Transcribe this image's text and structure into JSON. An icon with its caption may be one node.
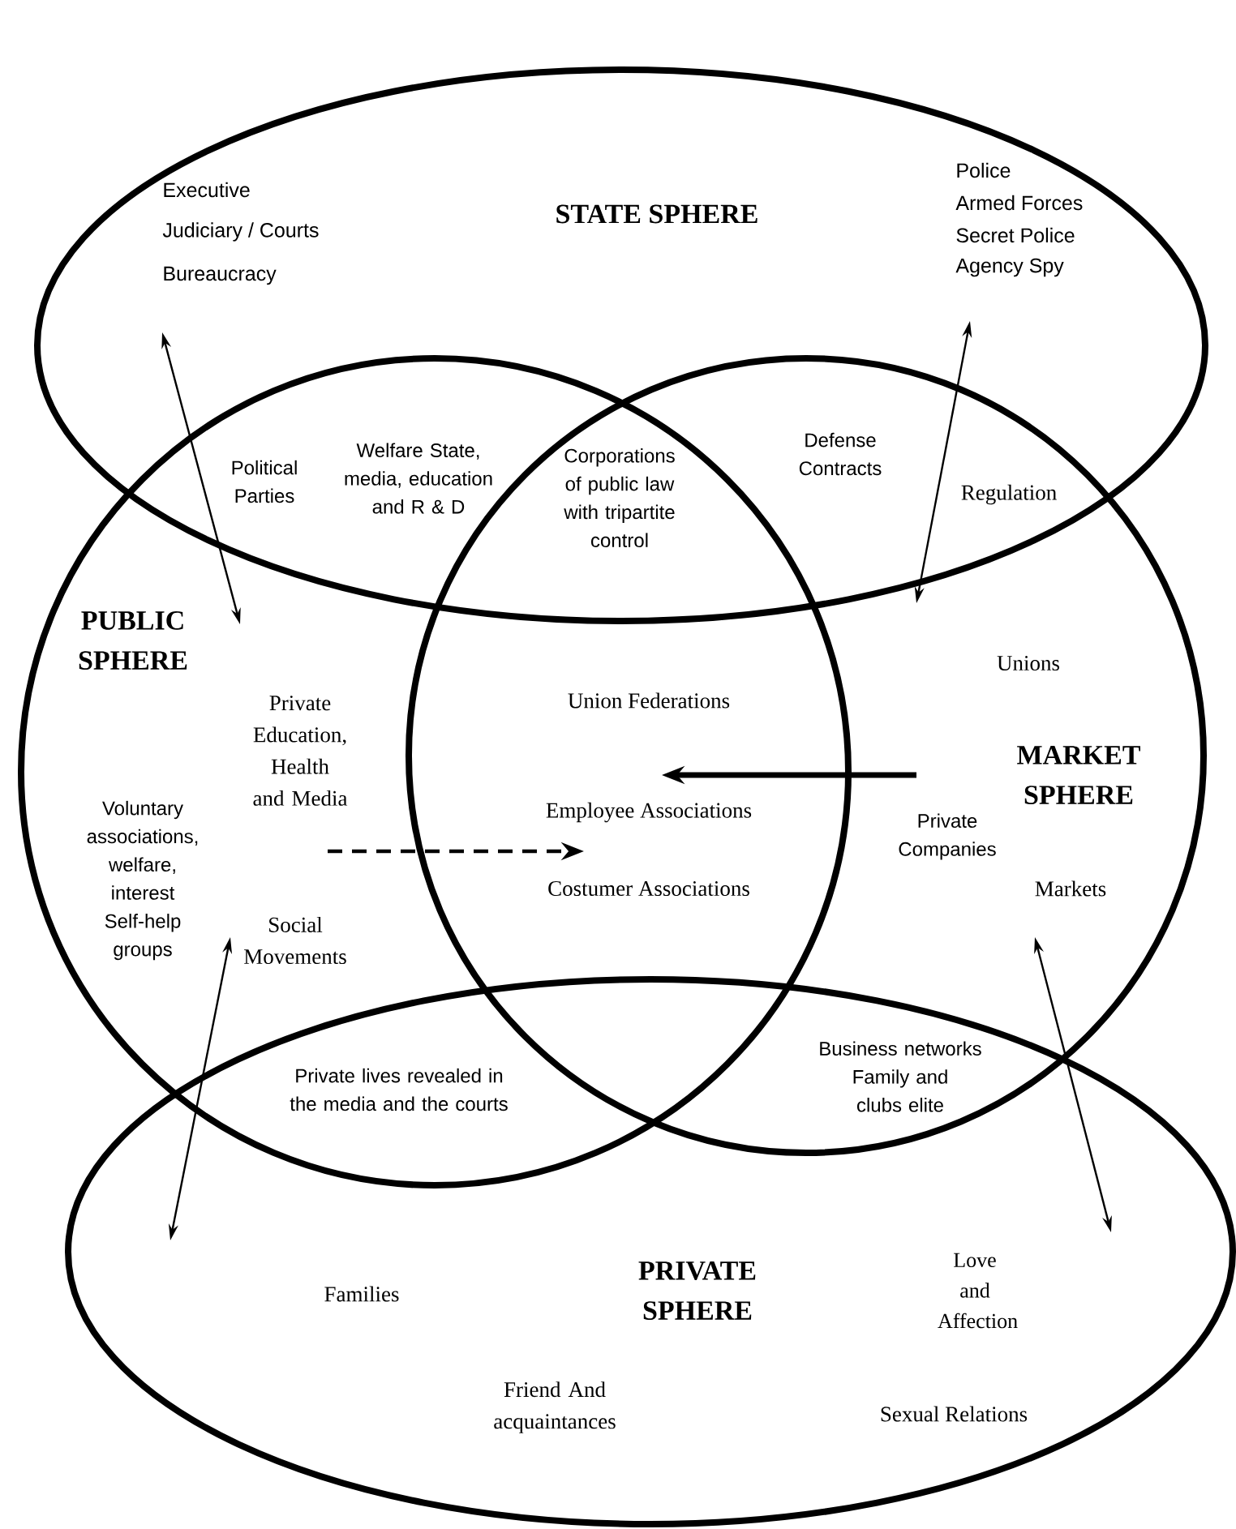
{
  "diagram": {
    "nodes": [
      {
        "text": [
          "STATE SPHERE"
        ]
      },
      {
        "text": [
          "PUBLIC SPHERE"
        ]
      },
      {
        "text": [
          "MARKET SPHERE"
        ]
      },
      {
        "text": [
          "PRIVATE SPHERE"
        ]
      },
      {
        "text": [
          "Private Education, Health and Media"
        ],
        "in": 1
      },
      {
        "text": [
          "Employee Associations"
        ]
      },
      {
        "text": [
          "Private Companies"
        ],
        "in": 2
      },
      {
        "text": [
          "Social Movements"
        ],
        "in": 1
      },
      {
        "text": [
          "Markets"
        ],
        "in": 2
      }
    ],
    "edges": [
      {
        "from": 0,
        "to": null,
        "arrow": "both"
      },
      {
        "from": 0,
        "to": null,
        "arrow": "both"
      },
      {
        "from": 6,
        "to": 5,
        "arrow": "to",
        "style": "thick"
      },
      {
        "from": 4,
        "to": 5,
        "arrow": "to",
        "style": "dashed"
      },
      {
        "from": 7,
        "to": 3,
        "arrow": "both"
      },
      {
        "from": 8,
        "to": 3,
        "arrow": "both"
      }
    ],
    "labels": [
      "Executive",
      "Judiciary / Courts",
      "Bureaucracy",
      "Police",
      "Armed Forces",
      "Secret Police",
      "Agency Spy",
      "Political Parties",
      "Welfare State, media, education and R & D",
      "Defense Contracts",
      "Corporations of public law with tripartite control",
      "Regulation",
      "Unions",
      "Union Federations",
      "Voluntary associations, welfare, interest Self-help groups",
      "Costumer Associations",
      "Business networks Family and clubs elite",
      "Private lives revealed in the media and the courts",
      "Love and Affection",
      "Families",
      "Friend And acquaintances",
      "Sexual Relations"
    ]
  }
}
